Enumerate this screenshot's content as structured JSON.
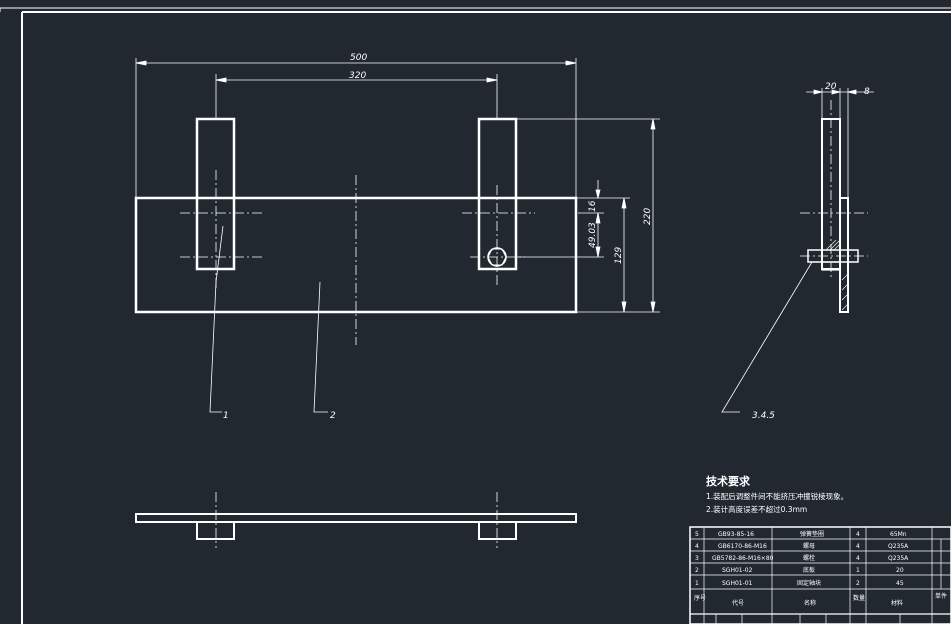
{
  "drawing": {
    "dimensions": {
      "overall_length": "500",
      "hole_spacing": "320",
      "height_total": "220",
      "height_mid": "129",
      "height_small": "49.03",
      "offset_top": "16",
      "side_width": "20",
      "side_thickness": "8"
    },
    "part_labels": {
      "p1": "1",
      "p2": "2",
      "p345": "3.4.5"
    },
    "technical_requirements": {
      "title": "技术要求",
      "items": [
        "1.装配后调整件间不能挤压冲撞锐棱现象。",
        "2.装计高度误差不超过0.3mm"
      ]
    },
    "bom": {
      "rows": [
        {
          "no": "5",
          "code": "GB93-85-16",
          "name": "弹簧垫圈",
          "qty": "4",
          "material": "65Mn"
        },
        {
          "no": "4",
          "code": "GB6170-86-M16",
          "name": "螺母",
          "qty": "4",
          "material": "Q235A"
        },
        {
          "no": "3",
          "code": "GB5782-86-M16×80",
          "name": "螺栓",
          "qty": "4",
          "material": "Q235A"
        },
        {
          "no": "2",
          "code": "SGH01-02",
          "name": "底板",
          "qty": "1",
          "material": "20"
        },
        {
          "no": "1",
          "code": "SGH01-01",
          "name": "固定轴块",
          "qty": "2",
          "material": "45"
        }
      ],
      "header": {
        "no": "序号",
        "code": "代号",
        "name": "名称",
        "qty": "数量",
        "material": "材料",
        "extra": "单件"
      }
    }
  }
}
